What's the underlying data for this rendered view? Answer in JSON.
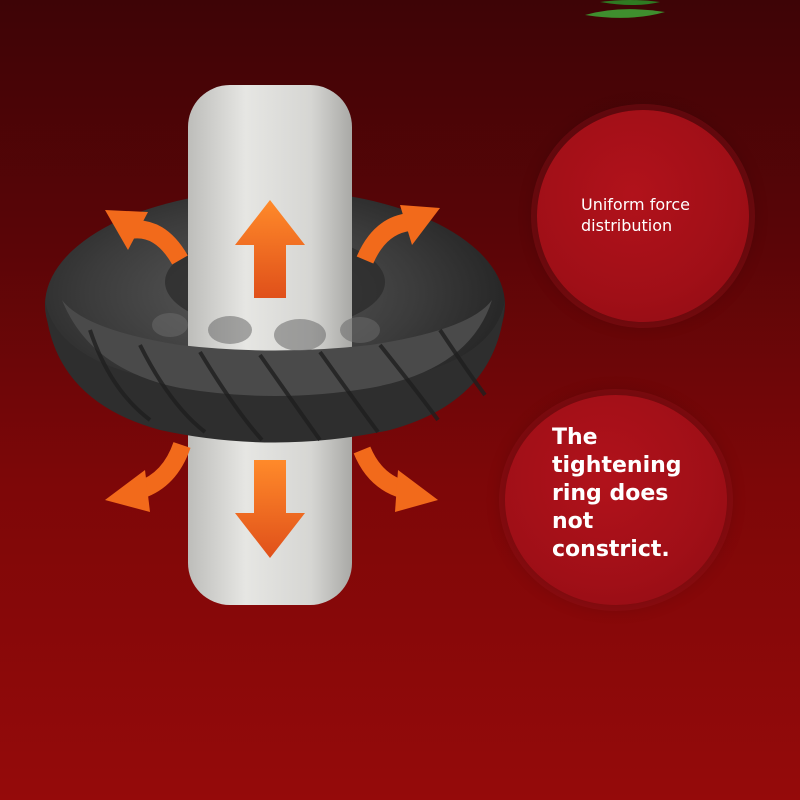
{
  "colors": {
    "background_top": "#3e0406",
    "background_bottom": "#950a0a",
    "badge": "#a00f17",
    "arrow": "#f26a1b",
    "ring": "#3a3a3a",
    "cylinder": "#d9d9d6"
  },
  "illustration": {
    "object": "ring-on-cylinder",
    "arrow_icons": [
      "arrow-up-icon",
      "arrow-down-icon",
      "arrow-curve-icon"
    ]
  },
  "badges": {
    "top": {
      "text": "Uniform force\ndistribution"
    },
    "bottom": {
      "text": "The\ntightening\nring does\nnot\nconstrict."
    }
  }
}
